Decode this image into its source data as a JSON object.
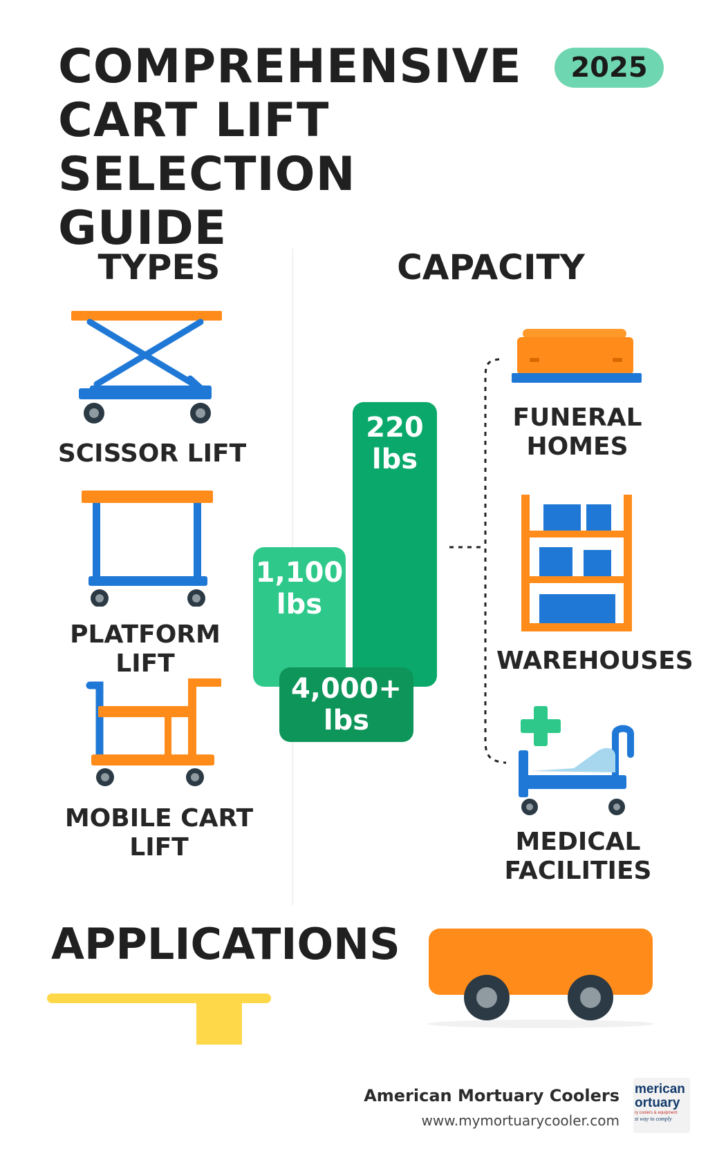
{
  "header": {
    "title_lines": [
      "COMPREHENSIVE",
      "CART LIFT SELECTION",
      "GUIDE"
    ],
    "year_badge": "2025"
  },
  "types": {
    "heading": "TYPES",
    "items": [
      {
        "label_lines": [
          "SCISSOR LIFT"
        ],
        "icon": "scissor-lift-icon"
      },
      {
        "label_lines": [
          "PLATFORM",
          "LIFT"
        ],
        "icon": "platform-lift-icon"
      },
      {
        "label_lines": [
          "MOBILE CART",
          "LIFT"
        ],
        "icon": "mobile-cart-lift-icon"
      }
    ]
  },
  "capacity": {
    "heading": "CAPACITY",
    "bars": [
      {
        "value_lines": [
          "1,100",
          "lbs"
        ],
        "color": "#2ec98a"
      },
      {
        "value_lines": [
          "220",
          "lbs"
        ],
        "color": "#0aa86b"
      },
      {
        "value_lines": [
          "4,000+",
          "lbs"
        ],
        "color": "#0e9559"
      }
    ]
  },
  "facilities": [
    {
      "label_lines": [
        "FUNERAL",
        "HOMES"
      ],
      "icon": "casket-icon"
    },
    {
      "label_lines": [
        "WAREHOUSES"
      ],
      "icon": "warehouse-shelf-icon"
    },
    {
      "label_lines": [
        "MEDICAL",
        "FACILITIES"
      ],
      "icon": "hospital-bed-icon"
    }
  ],
  "applications": {
    "heading": "APPLICATIONS"
  },
  "footer": {
    "brand": "American Mortuary Coolers",
    "url": "www.mymortuarycooler.com",
    "logo_lines": [
      "merican",
      "ortuary",
      "ry coolers & equipment",
      "st way to comply"
    ]
  },
  "colors": {
    "orange": "#ff8c1a",
    "blue": "#1f78d6",
    "green": "#0aa86b",
    "badge": "#6ed6b1",
    "yellow": "#ffd84a"
  }
}
